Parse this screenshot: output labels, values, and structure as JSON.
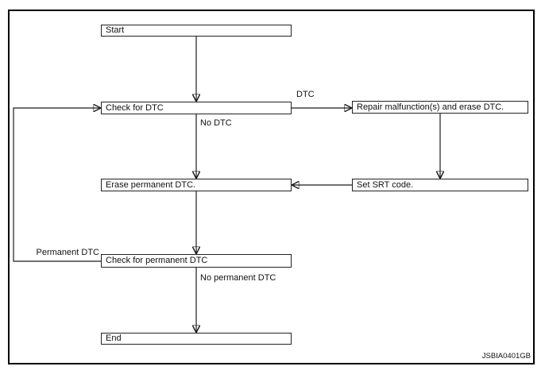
{
  "figure": {
    "code": "JSBIA0401GB"
  },
  "nodes": {
    "start": {
      "label": "Start"
    },
    "check_dtc": {
      "label": "Check for DTC"
    },
    "repair": {
      "label": "Repair malfunction(s) and erase DTC."
    },
    "erase_permanent": {
      "label": "Erase permanent DTC."
    },
    "set_srt": {
      "label": "Set SRT code."
    },
    "check_permanent": {
      "label": "Check for permanent DTC"
    },
    "end": {
      "label": "End"
    }
  },
  "edge_labels": {
    "dtc": "DTC",
    "no_dtc": "No DTC",
    "permanent_dtc": "Permanent DTC",
    "no_permanent_dtc": "No permanent DTC"
  },
  "colors": {
    "line": "#1c1c1c",
    "background": "#ffffff",
    "text": "#111111"
  }
}
